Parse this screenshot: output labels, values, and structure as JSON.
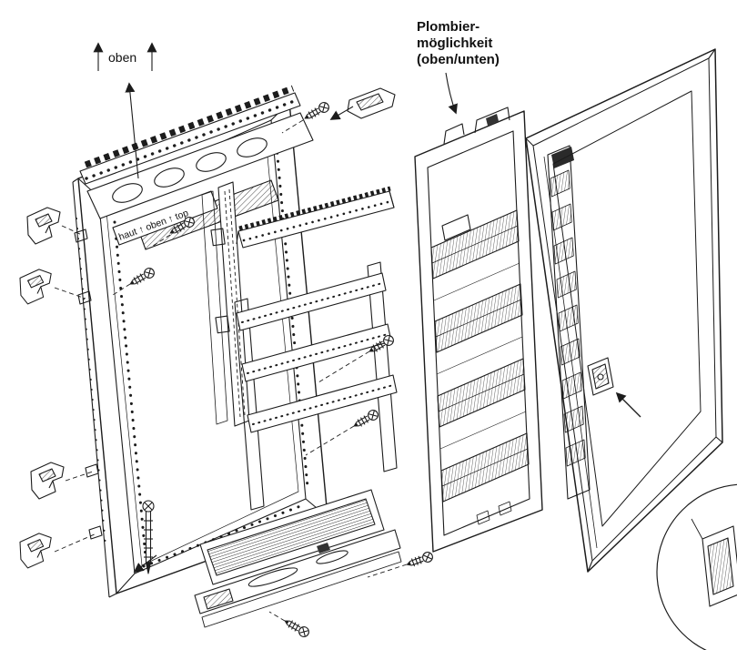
{
  "diagram": {
    "colors": {
      "background": "#ffffff",
      "line": "#1c1c1c",
      "text": "#111111"
    },
    "labels": {
      "orientation_top": "oben",
      "cover_marking": "haut ↑ oben ↑ top",
      "seal_note": {
        "line1": "Plombier-",
        "line2": "möglichkeit",
        "line3": "(oben/unten)"
      }
    }
  }
}
